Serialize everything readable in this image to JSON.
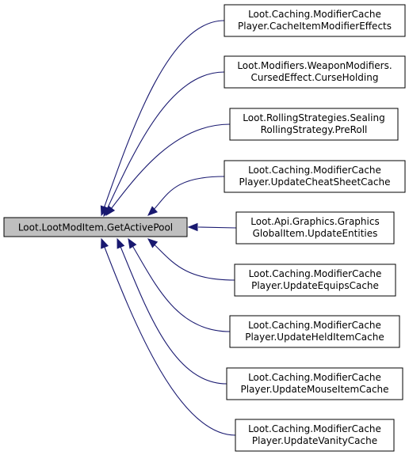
{
  "graph": {
    "root": {
      "label": "Loot.LootModItem.GetActivePool"
    },
    "callers": [
      {
        "line1": "Loot.Caching.ModifierCache",
        "line2": "Player.CacheItemModifierEffects"
      },
      {
        "line1": "Loot.Modifiers.WeaponModifiers.",
        "line2": "CursedEffect.CurseHolding"
      },
      {
        "line1": "Loot.RollingStrategies.Sealing",
        "line2": "RollingStrategy.PreRoll"
      },
      {
        "line1": "Loot.Caching.ModifierCache",
        "line2": "Player.UpdateCheatSheetCache"
      },
      {
        "line1": "Loot.Api.Graphics.Graphics",
        "line2": "GlobalItem.UpdateEntities"
      },
      {
        "line1": "Loot.Caching.ModifierCache",
        "line2": "Player.UpdateEquipsCache"
      },
      {
        "line1": "Loot.Caching.ModifierCache",
        "line2": "Player.UpdateHeldItemCache"
      },
      {
        "line1": "Loot.Caching.ModifierCache",
        "line2": "Player.UpdateMouseItemCache"
      },
      {
        "line1": "Loot.Caching.ModifierCache",
        "line2": "Player.UpdateVanityCache"
      }
    ],
    "colors": {
      "edge": "#191970",
      "root_fill": "#bfbfbf",
      "node_fill": "#ffffff",
      "border": "#000000"
    }
  }
}
